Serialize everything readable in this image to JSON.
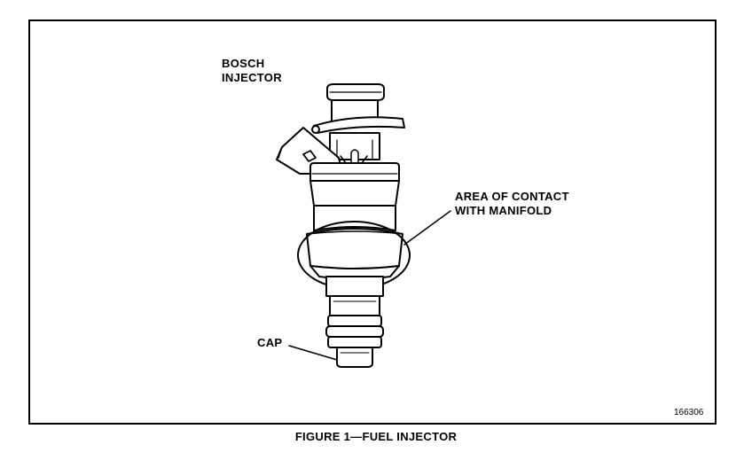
{
  "diagram": {
    "injector_label_line1": "BOSCH",
    "injector_label_line2": "INJECTOR",
    "contact_label_line1": "AREA OF CONTACT",
    "contact_label_line2": "WITH MANIFOLD",
    "cap_label": "CAP",
    "figure_id": "166306",
    "caption": "FIGURE 1—FUEL INJECTOR"
  },
  "colors": {
    "ink": "#000000",
    "paper": "#ffffff"
  }
}
